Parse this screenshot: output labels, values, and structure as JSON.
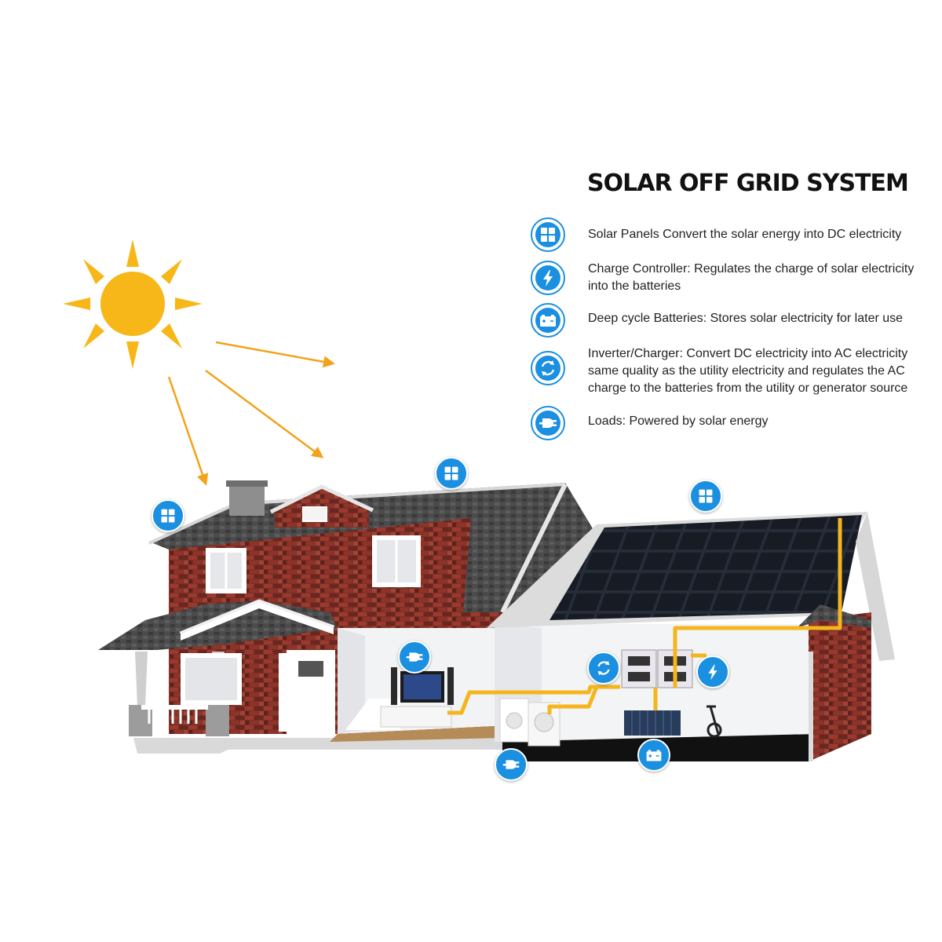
{
  "title": "SOLAR OFF GRID SYSTEM",
  "colors": {
    "accent": "#1b8fe0",
    "sun": "#f7b718",
    "wiring": "#f5b51c",
    "brick": "#7a2e26",
    "roof": "#4a4a4a",
    "panel": "#1e2430"
  },
  "legend": [
    {
      "icon": "solar-panel-icon",
      "lines": [
        "Solar Panels Convert the solar energy into DC electricity"
      ]
    },
    {
      "icon": "lightning-bolt-icon",
      "lines": [
        "Charge Controller: Regulates the charge of solar electricity",
        "into the batteries"
      ]
    },
    {
      "icon": "battery-icon",
      "lines": [
        "Deep cycle Batteries: Stores solar electricity for later use"
      ]
    },
    {
      "icon": "inverter-cycle-icon",
      "lines": [
        "Inverter/Charger: Convert DC electricity into AC electricity",
        "same quality as the utility electricity and regulates the AC",
        "charge to the batteries from the utility or generator source"
      ]
    },
    {
      "icon": "plug-icon",
      "lines": [
        "Loads: Powered by solar energy"
      ]
    }
  ],
  "badges": [
    {
      "icon": "solar-panel-icon"
    },
    {
      "icon": "solar-panel-icon"
    },
    {
      "icon": "solar-panel-icon"
    },
    {
      "icon": "plug-icon"
    },
    {
      "icon": "inverter-cycle-icon"
    },
    {
      "icon": "lightning-bolt-icon"
    },
    {
      "icon": "plug-icon"
    },
    {
      "icon": "battery-icon"
    }
  ]
}
